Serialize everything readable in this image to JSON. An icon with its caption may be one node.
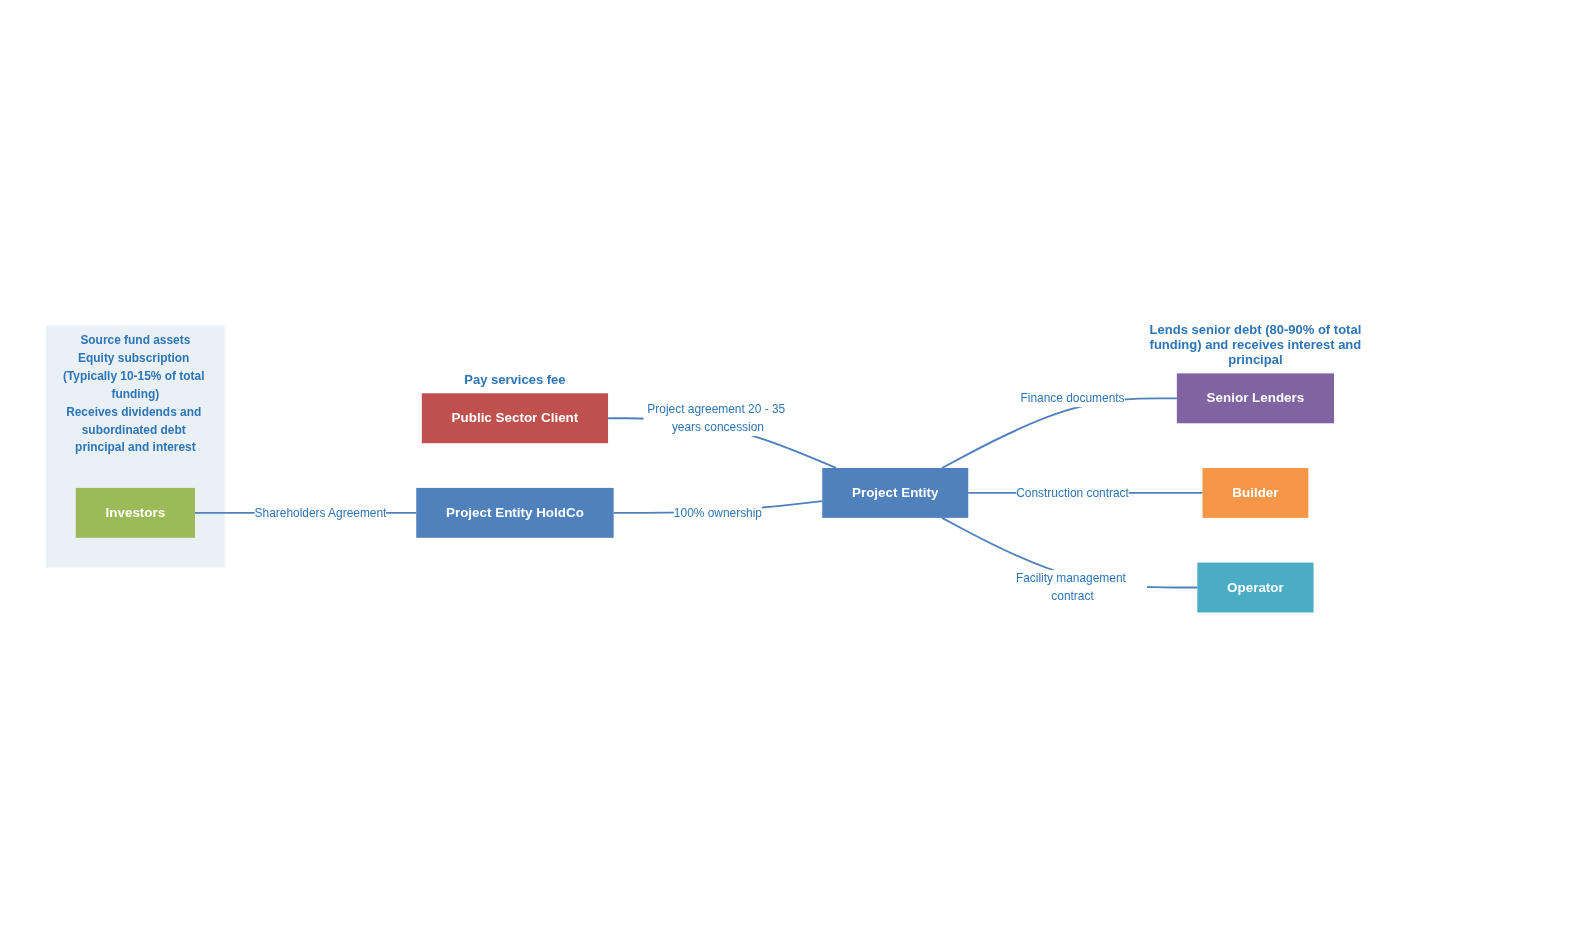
{
  "diagram": {
    "nodes": [
      {
        "text": [
          "Source fund assets",
          "Equity subscription (Typically 10-15% of total funding)",
          "Receives dividends and subordinated debt principal and interest"
        ]
      },
      {
        "text": [
          "Investors"
        ],
        "in": 0
      },
      {
        "text": [
          "Public Sector Client"
        ],
        "beside": [
          "Pay services fee"
        ]
      },
      {
        "text": [
          "Project Entity HoldCo"
        ]
      },
      {
        "text": [
          "Project Entity"
        ]
      },
      {
        "text": [
          "Senior Lenders"
        ],
        "beside": [
          "Lends senior debt (80-90% of total funding) and receives interest and principal"
        ]
      },
      {
        "text": [
          "Builder"
        ]
      },
      {
        "text": [
          "Operator"
        ]
      }
    ],
    "edges": [
      {
        "from": 1,
        "to": 3,
        "arrow": "none",
        "label": "Shareholders Agreement"
      },
      {
        "from": 2,
        "to": 4,
        "arrow": "none",
        "label": "Project agreement 20 - 35 years concession"
      },
      {
        "from": 3,
        "to": 4,
        "arrow": "none",
        "label": "100% ownership"
      },
      {
        "from": 4,
        "to": 5,
        "arrow": "none",
        "label": "Finance documents"
      },
      {
        "from": 4,
        "to": 6,
        "arrow": "none",
        "label": "Construction contract"
      },
      {
        "from": 4,
        "to": 7,
        "arrow": "none",
        "label": "Facility management contract"
      }
    ]
  }
}
